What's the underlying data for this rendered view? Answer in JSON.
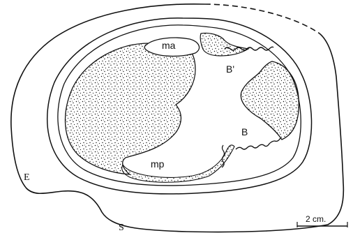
{
  "labels": {
    "ma": "ma",
    "mp": "mp",
    "b": "B",
    "b_prime": "B'",
    "e": "E",
    "s": "S"
  },
  "scale_bar": {
    "label": "2 cm."
  },
  "colors": {
    "ink": "#111111",
    "paper": "#ffffff"
  }
}
